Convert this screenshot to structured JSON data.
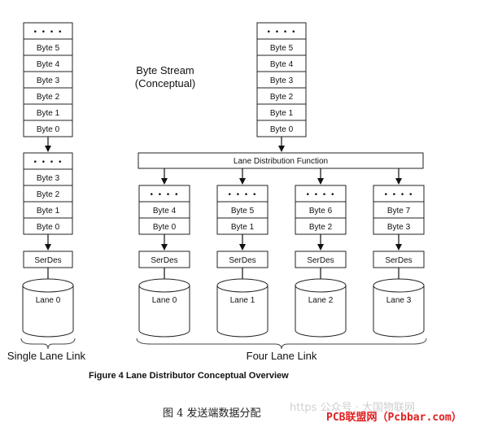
{
  "single_lane": {
    "stream_boxes": [
      "• • • •",
      "Byte 5",
      "Byte 4",
      "Byte 3",
      "Byte 2",
      "Byte 1",
      "Byte 0"
    ],
    "lane_boxes": [
      "• • • •",
      "Byte 3",
      "Byte 2",
      "Byte 1",
      "Byte 0"
    ],
    "serdes": "SerDes",
    "lane": "Lane 0",
    "caption": "Single Lane Link"
  },
  "byte_stream_label": [
    "Byte Stream",
    "(Conceptual)"
  ],
  "four_lane": {
    "stream_boxes": [
      "• • • •",
      "Byte 5",
      "Byte 4",
      "Byte 3",
      "Byte 2",
      "Byte 1",
      "Byte 0"
    ],
    "distribution_function": "Lane Distribution Function",
    "lanes": [
      {
        "dots": "• • • •",
        "bytes": [
          "Byte 4",
          "Byte 0"
        ],
        "serdes": "SerDes",
        "lane": "Lane 0"
      },
      {
        "dots": "• • • •",
        "bytes": [
          "Byte 5",
          "Byte 1"
        ],
        "serdes": "SerDes",
        "lane": "Lane 1"
      },
      {
        "dots": "• • • •",
        "bytes": [
          "Byte 6",
          "Byte 2"
        ],
        "serdes": "SerDes",
        "lane": "Lane 2"
      },
      {
        "dots": "• • • •",
        "bytes": [
          "Byte 7",
          "Byte 3"
        ],
        "serdes": "SerDes",
        "lane": "Lane 3"
      }
    ],
    "caption": "Four Lane Link"
  },
  "figure_caption": "Figure 4 Lane Distributor Conceptual Overview",
  "cn_caption": "图 4 发送端数据分配",
  "watermark": "https   公众号 · 大国物联网",
  "brand": "PCB联盟网（Pcbbar.com）"
}
